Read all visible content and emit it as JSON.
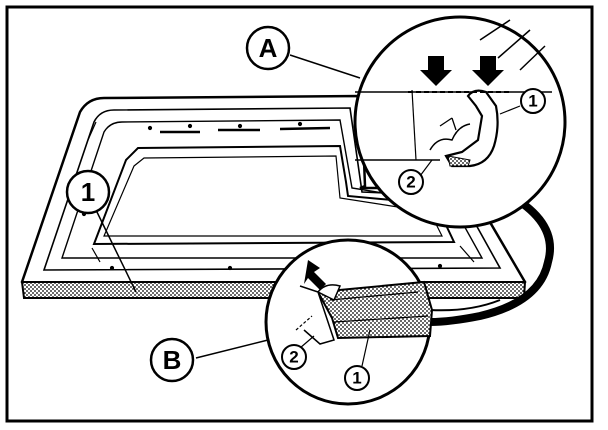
{
  "figure": {
    "callouts": [
      {
        "id": "A",
        "text": "A"
      },
      {
        "id": "B",
        "text": "B"
      },
      {
        "id": "1",
        "text": "1"
      },
      {
        "id": "A1",
        "text": "1"
      },
      {
        "id": "A2",
        "text": "2"
      },
      {
        "id": "B1",
        "text": "1"
      },
      {
        "id": "B2",
        "text": "2"
      }
    ]
  }
}
